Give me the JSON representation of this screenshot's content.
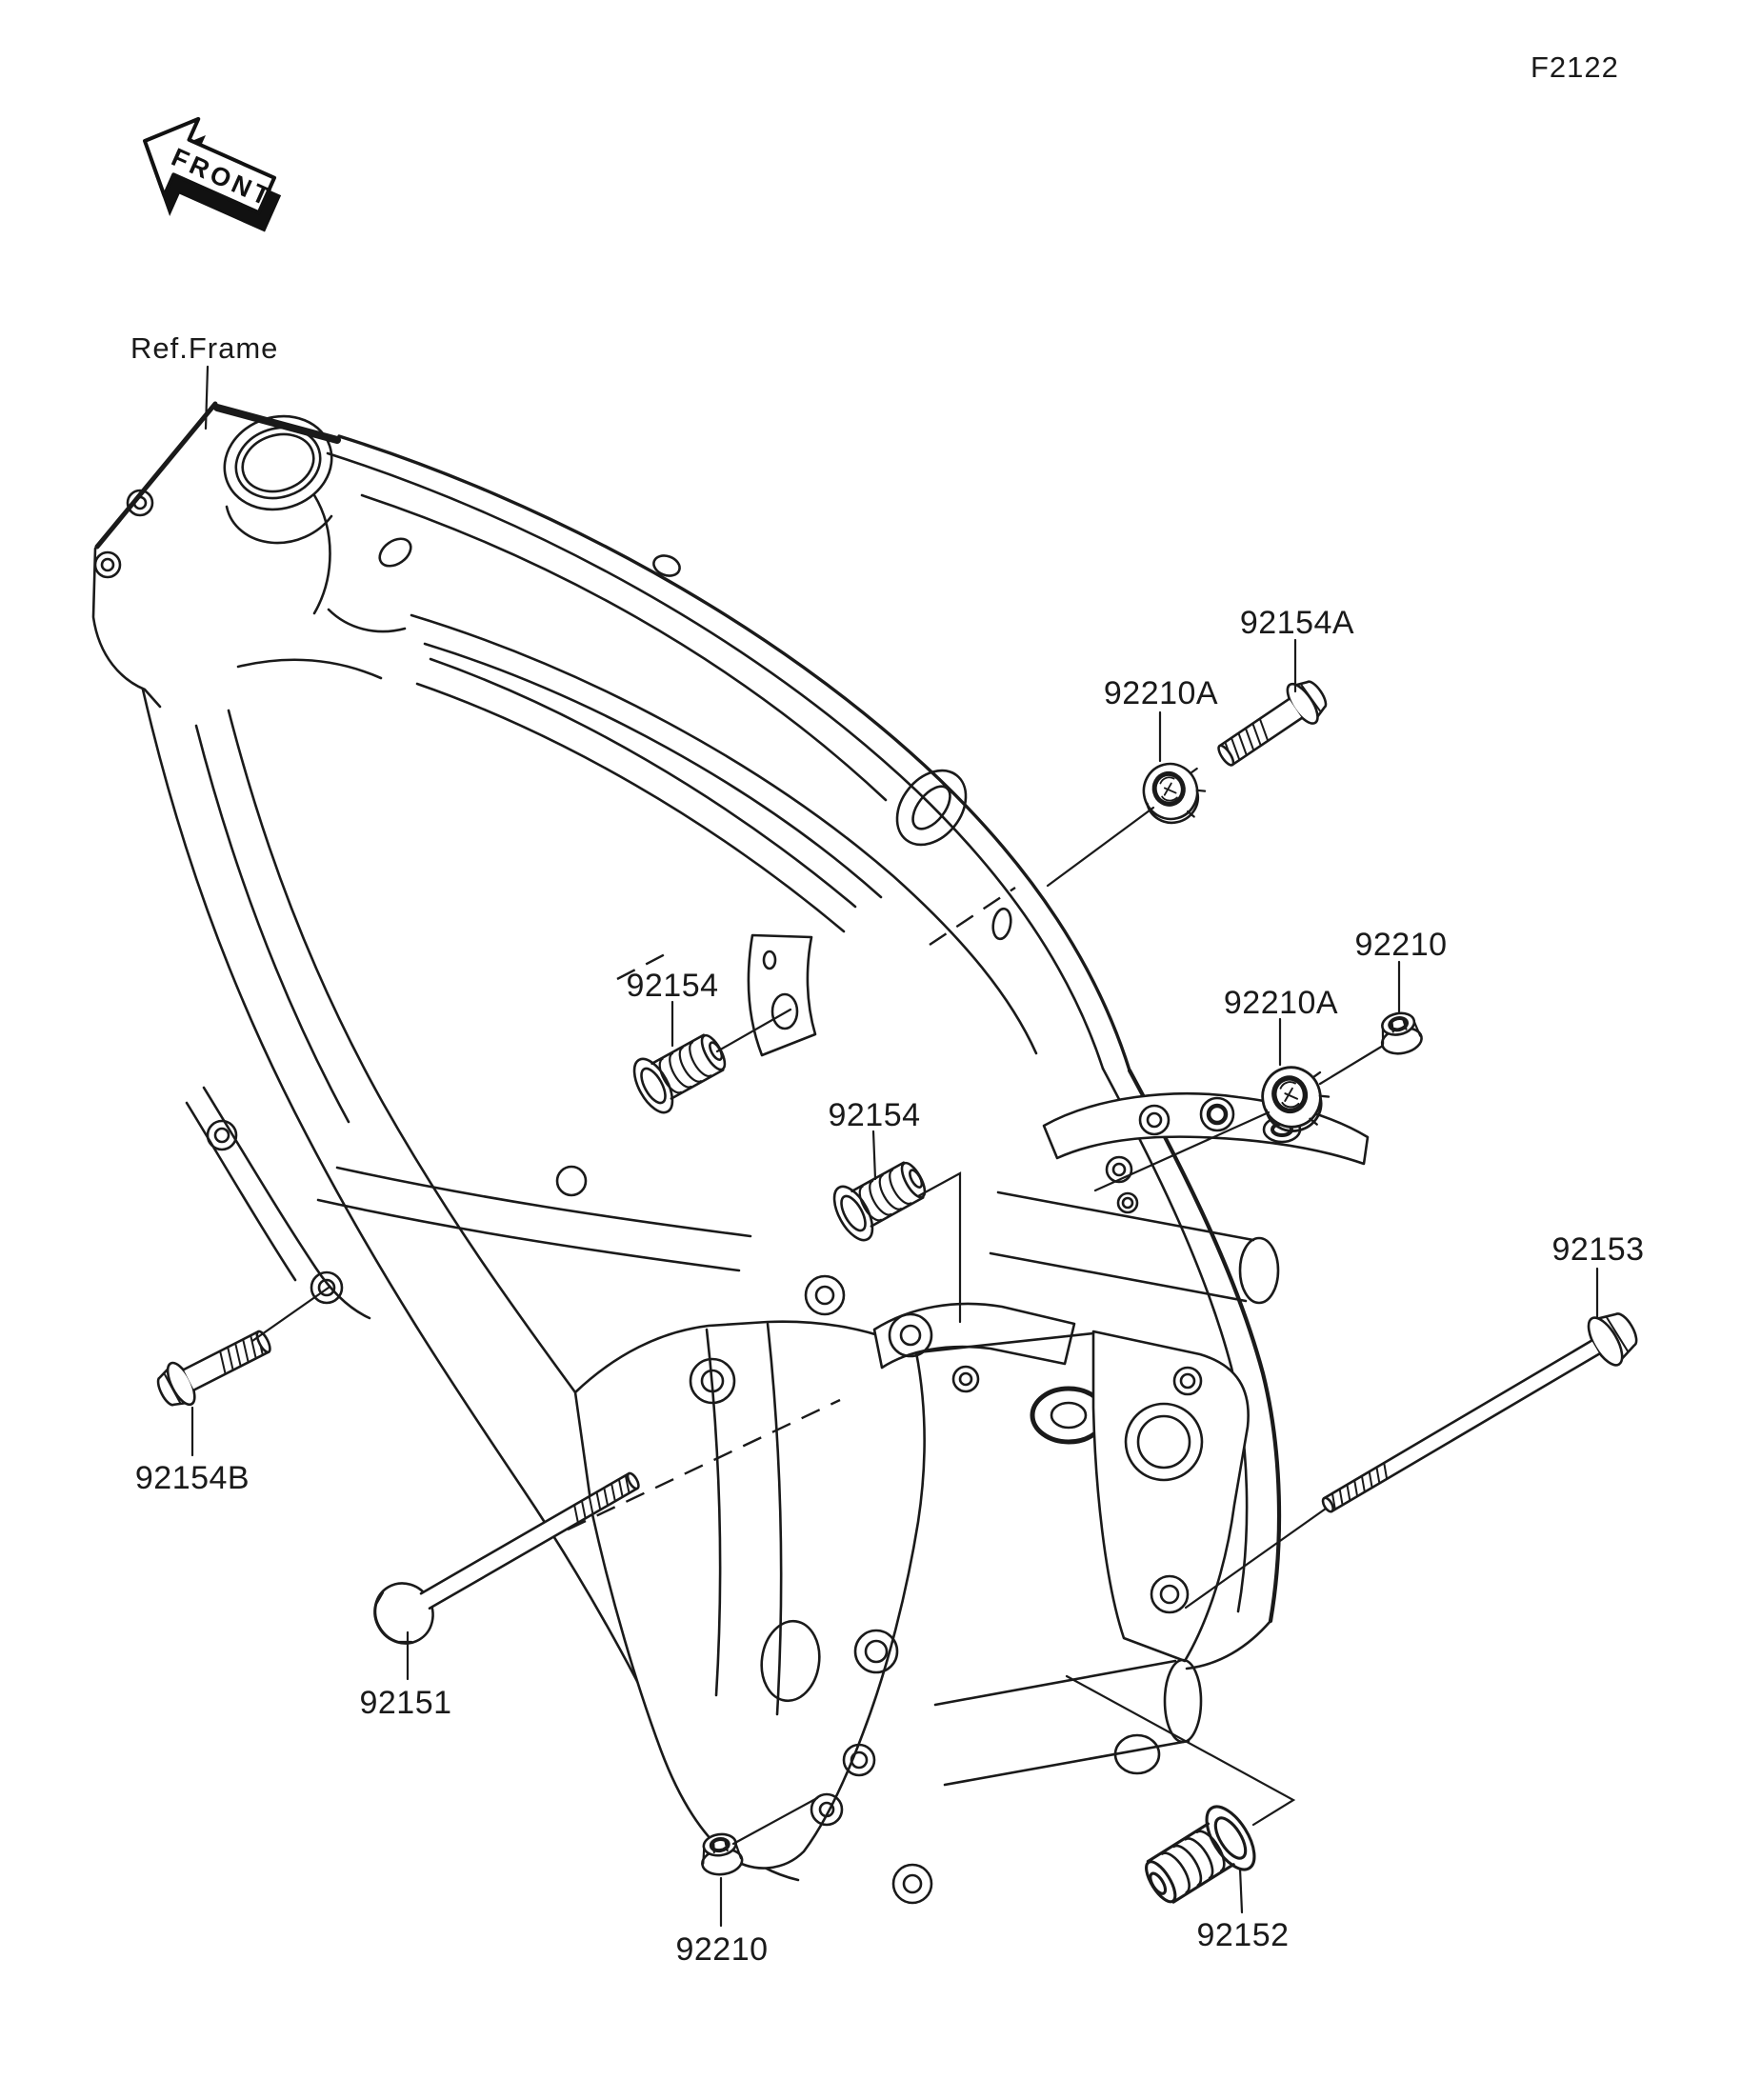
{
  "figure": {
    "code": "F2122",
    "front_marker": "FRONT",
    "reference_label": "Ref.Frame",
    "description": "Engine mount fasteners exploded diagram on motorcycle frame"
  },
  "colors": {
    "ink": "#1a1a1a",
    "paper": "#ffffff"
  },
  "callouts": {
    "c92154a": "92154A",
    "c92210a_upper": "92210A",
    "c92210_right": "92210",
    "c92210a_lower": "92210A",
    "c92154_left": "92154",
    "c92154_mid": "92154",
    "c92153": "92153",
    "c92154b": "92154B",
    "c92151": "92151",
    "c92210_bottom": "92210",
    "c92152": "92152"
  }
}
